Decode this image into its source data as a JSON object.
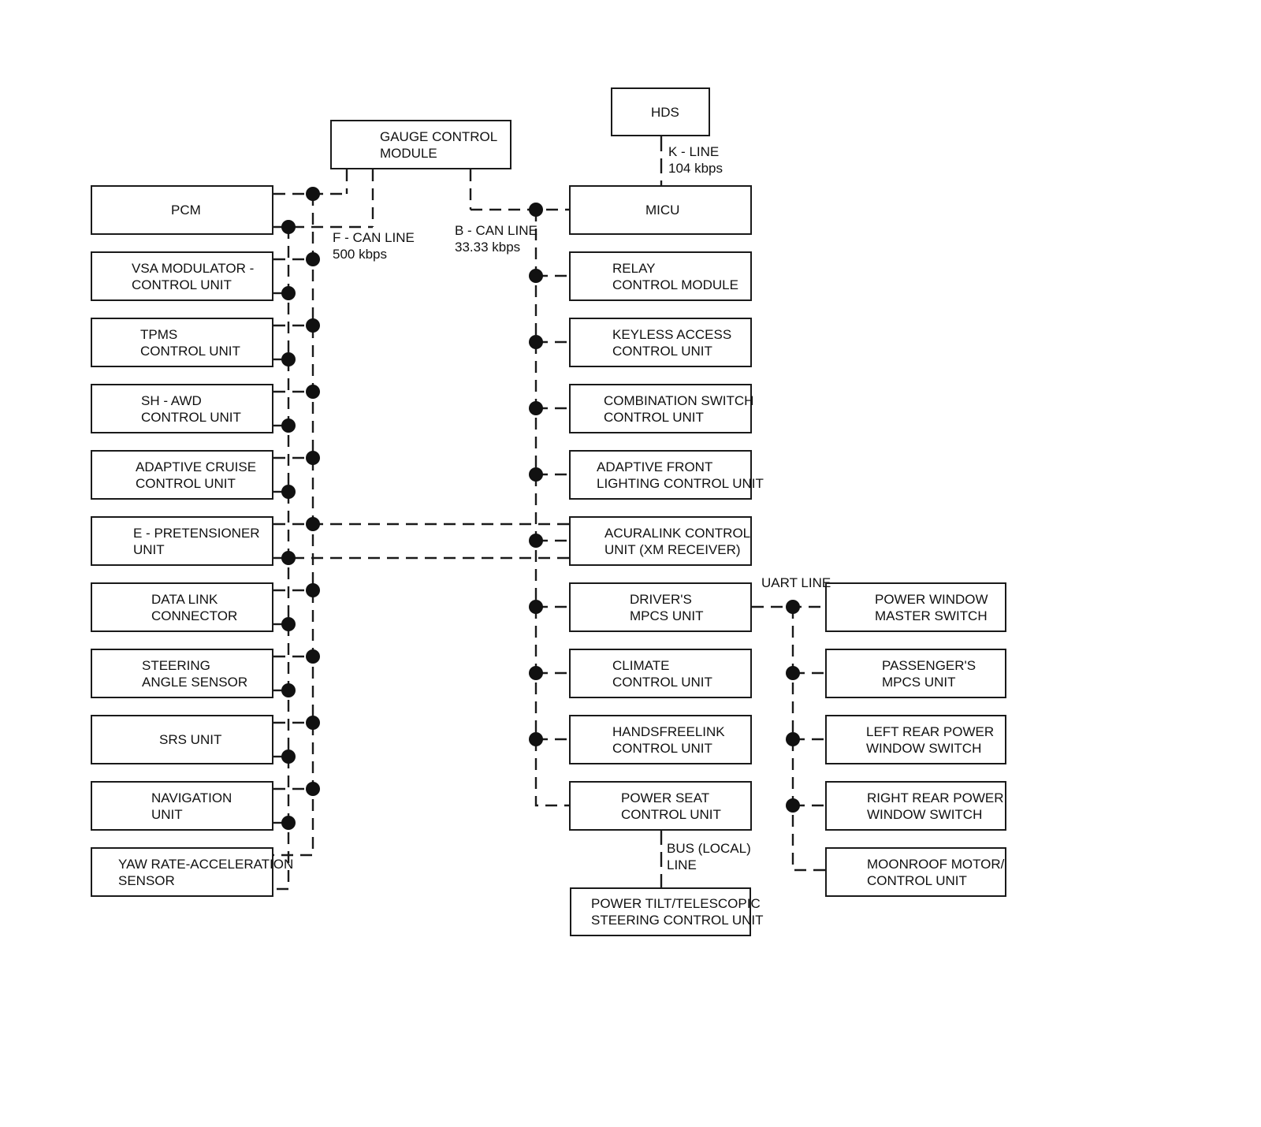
{
  "nodes": {
    "hds": {
      "label": "HDS"
    },
    "gauge": {
      "label": "GAUGE CONTROL\nMODULE"
    },
    "pcm": {
      "label": "PCM"
    },
    "vsa": {
      "label": "VSA MODULATOR -\nCONTROL UNIT"
    },
    "tpms": {
      "label": "TPMS\nCONTROL UNIT"
    },
    "sh_awd": {
      "label": "SH - AWD\nCONTROL UNIT"
    },
    "adaptive_cruise": {
      "label": "ADAPTIVE CRUISE\nCONTROL UNIT"
    },
    "e_pretensioner": {
      "label": "E - PRETENSIONER\nUNIT"
    },
    "data_link": {
      "label": "DATA LINK\nCONNECTOR"
    },
    "steering_angle": {
      "label": "STEERING\nANGLE SENSOR"
    },
    "srs": {
      "label": "SRS UNIT"
    },
    "navigation": {
      "label": "NAVIGATION\nUNIT"
    },
    "yaw_rate": {
      "label": "YAW RATE-ACCELERATION\nSENSOR"
    },
    "micu": {
      "label": "MICU"
    },
    "relay": {
      "label": "RELAY\nCONTROL MODULE"
    },
    "keyless": {
      "label": "KEYLESS ACCESS\nCONTROL UNIT"
    },
    "combination": {
      "label": "COMBINATION SWITCH\nCONTROL UNIT"
    },
    "adaptive_front": {
      "label": "ADAPTIVE FRONT\nLIGHTING CONTROL UNIT"
    },
    "acuralink": {
      "label": "ACURALINK CONTROL\nUNIT (XM RECEIVER)"
    },
    "drivers_mpcs": {
      "label": "DRIVER'S\nMPCS UNIT"
    },
    "climate": {
      "label": "CLIMATE\nCONTROL UNIT"
    },
    "handsfreelink": {
      "label": "HANDSFREELINK\nCONTROL UNIT"
    },
    "power_seat": {
      "label": "POWER SEAT\nCONTROL UNIT"
    },
    "power_tilt": {
      "label": "POWER TILT/TELESCOPIC\nSTEERING CONTROL UNIT"
    },
    "power_window_master": {
      "label": "POWER WINDOW\nMASTER SWITCH"
    },
    "passengers_mpcs": {
      "label": "PASSENGER'S\nMPCS UNIT"
    },
    "left_rear_window": {
      "label": "LEFT REAR POWER\nWINDOW SWITCH"
    },
    "right_rear_window": {
      "label": "RIGHT REAR POWER\nWINDOW SWITCH"
    },
    "moonroof": {
      "label": "MOONROOF MOTOR/\nCONTROL UNIT"
    }
  },
  "buses": {
    "f_can": {
      "label": "F - CAN LINE\n500 kbps",
      "members": [
        "gauge",
        "pcm",
        "vsa",
        "tpms",
        "sh_awd",
        "adaptive_cruise",
        "e_pretensioner",
        "data_link",
        "steering_angle",
        "srs",
        "navigation",
        "yaw_rate",
        "acuralink"
      ]
    },
    "b_can": {
      "label": "B - CAN LINE\n33.33 kbps",
      "members": [
        "gauge",
        "micu",
        "relay",
        "keyless",
        "combination",
        "adaptive_front",
        "acuralink",
        "drivers_mpcs",
        "climate",
        "handsfreelink",
        "power_seat"
      ]
    },
    "k_line": {
      "label": "K - LINE\n104 kbps",
      "members": [
        "hds",
        "micu"
      ]
    },
    "uart": {
      "label": "UART LINE",
      "members": [
        "drivers_mpcs",
        "power_window_master",
        "passengers_mpcs",
        "left_rear_window",
        "right_rear_window",
        "moonroof"
      ]
    },
    "bus_local": {
      "label": "BUS (LOCAL)\nLINE",
      "members": [
        "power_seat",
        "power_tilt"
      ]
    }
  },
  "colors": {
    "line": "#1a1a1a",
    "background": "#ffffff"
  }
}
